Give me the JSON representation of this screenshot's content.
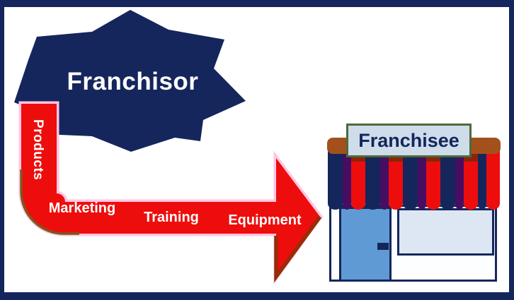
{
  "diagram": {
    "franchisor_label": "Franchisor",
    "franchisee_label": "Franchisee",
    "flow_labels": [
      "Products",
      "Marketing",
      "Training",
      "Equipment"
    ]
  },
  "colors": {
    "navy": "#15265c",
    "red": "#ee0d0d",
    "arrow_shadow_maroon": "#982c08",
    "arrow_shadow_olive": "#7b5a1c",
    "arrow_halo_pink": "#ffc6e2",
    "roof_brown": "#a2511d",
    "sign_background": "#cfdcea",
    "sign_border_green": "#4c6b3a",
    "awning_purple": "#470d63",
    "door_blue": "#5f9ad4",
    "window_blue": "#dde7f3",
    "frame_navy": "#15265c",
    "background": "#ffffff"
  }
}
